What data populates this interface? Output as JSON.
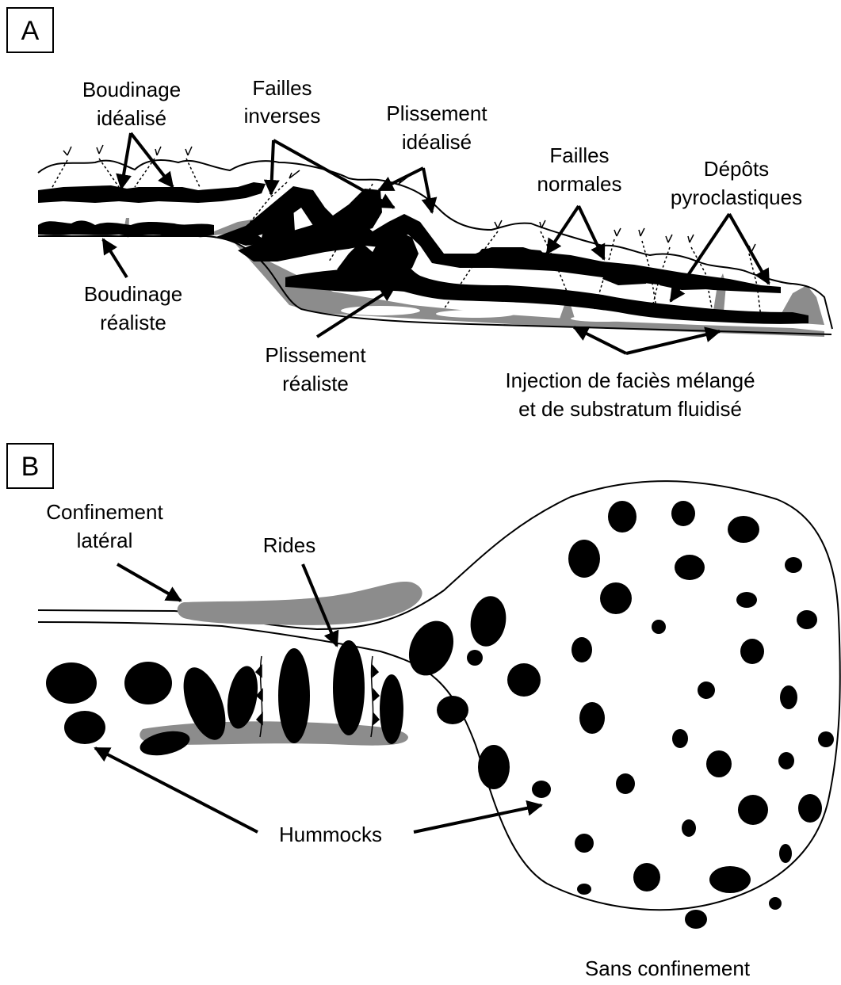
{
  "panel_a": {
    "tag": "A",
    "labels": {
      "boudinage_idealise_1": "Boudinage",
      "boudinage_idealise_2": "idéalisé",
      "failles_inverses_1": "Failles",
      "failles_inverses_2": "inverses",
      "plissement_idealise_1": "Plissement",
      "plissement_idealise_2": "idéalisé",
      "failles_normales_1": "Failles",
      "failles_normales_2": "normales",
      "depots_pyro_1": "Dépôts",
      "depots_pyro_2": "pyroclastiques",
      "boudinage_realiste_1": "Boudinage",
      "boudinage_realiste_2": "réaliste",
      "plissement_realiste_1": "Plissement",
      "plissement_realiste_2": "réaliste",
      "injection_1": "Injection de faciès mélangé",
      "injection_2": "et de substratum fluidisé"
    }
  },
  "panel_b": {
    "tag": "B",
    "labels": {
      "confinement_lateral_1": "Confinement",
      "confinement_lateral_2": "latéral",
      "rides": "Rides",
      "hummocks": "Hummocks",
      "sans_confinement": "Sans confinement"
    }
  },
  "colors": {
    "ink": "#000000",
    "grey": "#8c8c8c",
    "paper": "#ffffff"
  }
}
